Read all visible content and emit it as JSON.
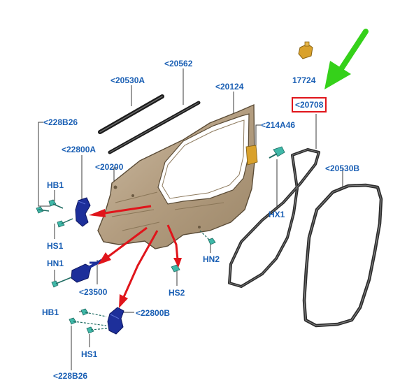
{
  "colors": {
    "label": "#1a5fb4",
    "leader": "#3a3a3a",
    "door_panel": "#b9a58a",
    "seal": "#2b2b2b",
    "hinge": "#1d2f9a",
    "fastener": "#3fb8a8",
    "callout_arrow": "#e0151b",
    "pointer_arrow": "#35d11a",
    "highlight_box": "#e0151b",
    "clip": "#d9a12b"
  },
  "icons": [
    "door-shell-icon",
    "weatherstrip-seal-icon",
    "hinge-icon",
    "check-arm-icon",
    "bolt-icon",
    "clip-icon",
    "pointer-arrow-icon"
  ],
  "labels": {
    "l20562": "<20562",
    "l20530a": "<20530A",
    "l20124": "<20124",
    "l17724": "17724",
    "l20708": "<20708",
    "l228b26_top": "<228B26",
    "l22800a": "<22800A",
    "l20200": "<20200",
    "l214a46": "<214A46",
    "lhb1_top": "HB1",
    "lhs1_top": "HS1",
    "lhx1": "HX1",
    "l20530b": "<20530B",
    "lhn1": "HN1",
    "lhn2": "HN2",
    "l23500": "<23500",
    "lhs2": "HS2",
    "lhb1_bot": "HB1",
    "l22800b": "<22800B",
    "lhs1_bot": "HS1",
    "l228b26_bot": "<228B26"
  }
}
